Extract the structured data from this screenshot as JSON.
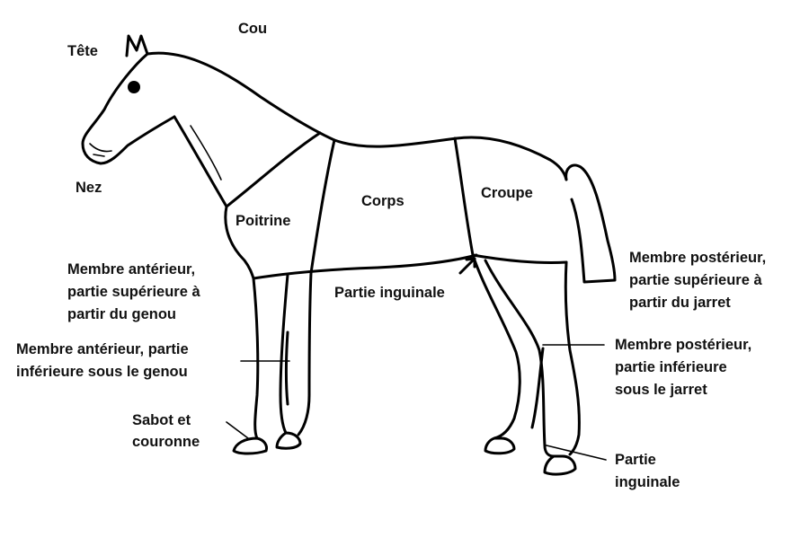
{
  "labels": {
    "head": "Tête",
    "neck": "Cou",
    "nose": "Nez",
    "chest": "Poitrine",
    "body": "Corps",
    "croup": "Croupe",
    "inguinal_top": "Partie inguinale",
    "inguinal_bottom_1": "Partie",
    "inguinal_bottom_2": "inguinale",
    "fore_upper_1": "Membre antérieur,",
    "fore_upper_2": "partie supérieure à",
    "fore_upper_3": "partir du genou",
    "fore_lower_1": "Membre antérieur, partie",
    "fore_lower_2": "inférieure sous le genou",
    "hoof_1": "Sabot et",
    "hoof_2": "couronne",
    "hind_upper_1": "Membre postérieur,",
    "hind_upper_2": "partie supérieure à",
    "hind_upper_3": "partir du jarret",
    "hind_lower_1": "Membre postérieur,",
    "hind_lower_2": "partie inférieure",
    "hind_lower_3": "sous le jarret"
  }
}
